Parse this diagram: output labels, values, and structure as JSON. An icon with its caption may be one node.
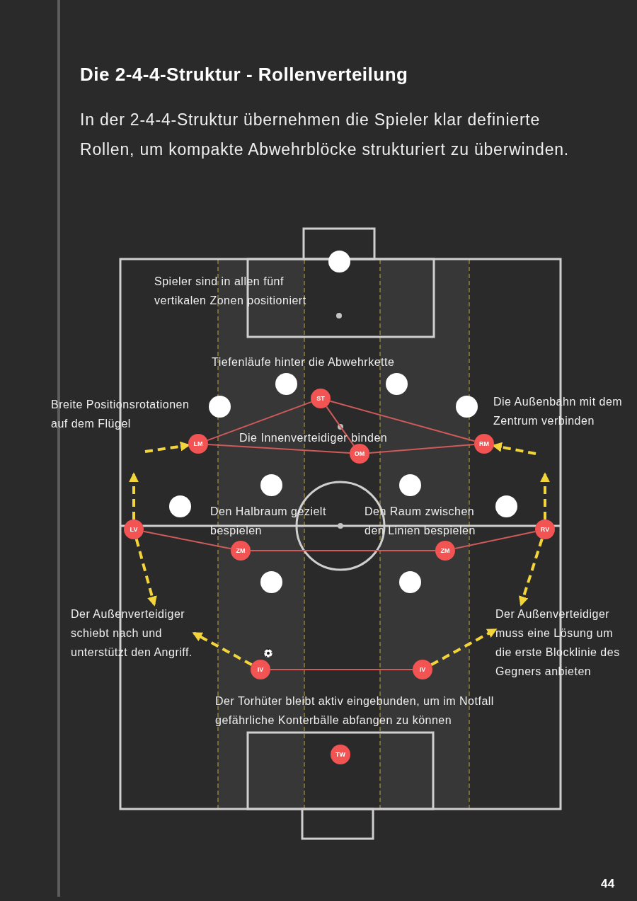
{
  "diagram": {
    "title": "Die 2-4-4-Struktur - Rollenverteilung",
    "nodes": [
      {
        "text": [],
        "shape": "circle"
      },
      {
        "text": [],
        "shape": "circle"
      },
      {
        "text": [],
        "shape": "circle"
      },
      {
        "text": [
          "ST"
        ]
      },
      {
        "text": [],
        "shape": "circle"
      },
      {
        "text": [],
        "shape": "circle"
      },
      {
        "text": [
          "LM"
        ]
      },
      {
        "text": [
          "RM"
        ]
      },
      {
        "text": [
          "OM"
        ]
      },
      {
        "text": [],
        "shape": "circle"
      },
      {
        "text": [],
        "shape": "circle"
      },
      {
        "text": [],
        "shape": "circle"
      },
      {
        "text": [],
        "shape": "circle"
      },
      {
        "text": [
          "LV"
        ]
      },
      {
        "text": [
          "RV"
        ]
      },
      {
        "text": [
          "ZM"
        ]
      },
      {
        "text": [
          "ZM"
        ]
      },
      {
        "text": [],
        "shape": "circle"
      },
      {
        "text": [],
        "shape": "circle"
      },
      {
        "text": [
          "Der Außenverteidiger schiebt nach und unterstützt den Angriff."
        ]
      },
      {
        "text": [
          "Der Außenverteidiger muss eine Lösung um die erste Blocklinie des Gegners anbieten"
        ]
      },
      {
        "text": [
          "IV"
        ]
      },
      {
        "text": [
          "IV"
        ]
      },
      {
        "text": [
          "TW"
        ]
      }
    ],
    "edges": [
      {
        "from": 6,
        "to": 3,
        "arrow": "none"
      },
      {
        "from": 3,
        "to": 7,
        "arrow": "none"
      },
      {
        "from": 3,
        "to": 8,
        "arrow": "none"
      },
      {
        "from": 6,
        "to": 8,
        "arrow": "none"
      },
      {
        "from": 8,
        "to": 7,
        "arrow": "none"
      },
      {
        "from": 13,
        "to": 15,
        "arrow": "none"
      },
      {
        "from": 15,
        "to": 16,
        "arrow": "none"
      },
      {
        "from": 16,
        "to": 14,
        "arrow": "none"
      },
      {
        "from": 21,
        "to": 22,
        "arrow": "none"
      },
      {
        "from": null,
        "to": 6,
        "arrow": "to",
        "style": "dashed",
        "color": "#f3d53b"
      },
      {
        "from": null,
        "to": 7,
        "arrow": "to",
        "style": "dashed",
        "color": "#f3d53b"
      },
      {
        "from": 13,
        "to": null,
        "arrow": "to",
        "style": "dashed",
        "color": "#f3d53b"
      },
      {
        "from": 13,
        "to": 19,
        "arrow": "to",
        "style": "dashed",
        "color": "#f3d53b"
      },
      {
        "from": 14,
        "to": null,
        "arrow": "to",
        "style": "dashed",
        "color": "#f3d53b"
      },
      {
        "from": 14,
        "to": 20,
        "arrow": "to",
        "style": "dashed",
        "color": "#f3d53b"
      },
      {
        "from": 21,
        "to": 19,
        "arrow": "to",
        "style": "dashed",
        "color": "#f3d53b"
      },
      {
        "from": 22,
        "to": 20,
        "arrow": "to",
        "style": "dashed",
        "color": "#f3d53b"
      }
    ],
    "labels": [
      "In der 2-4-4-Struktur übernehmen die Spieler klar definierte Rollen, um kompakte Abwehrblöcke strukturiert zu überwinden.",
      "Spieler sind in allen fünf vertikalen Zonen positioniert",
      "Tiefenläufe hinter die Abwehrkette",
      "Breite Positionsrotationen auf dem Flügel",
      "Die Außenbahn mit dem Zentrum verbinden",
      "Die Innenverteidiger binden",
      "Den Halbraum gezielt bespielen",
      "Den Raum zwischen den Linien bespielen",
      "Der Torhüter bleibt aktiv eingebunden, um im Notfall gefährliche Konterbälle abfangen zu können",
      "44"
    ]
  }
}
